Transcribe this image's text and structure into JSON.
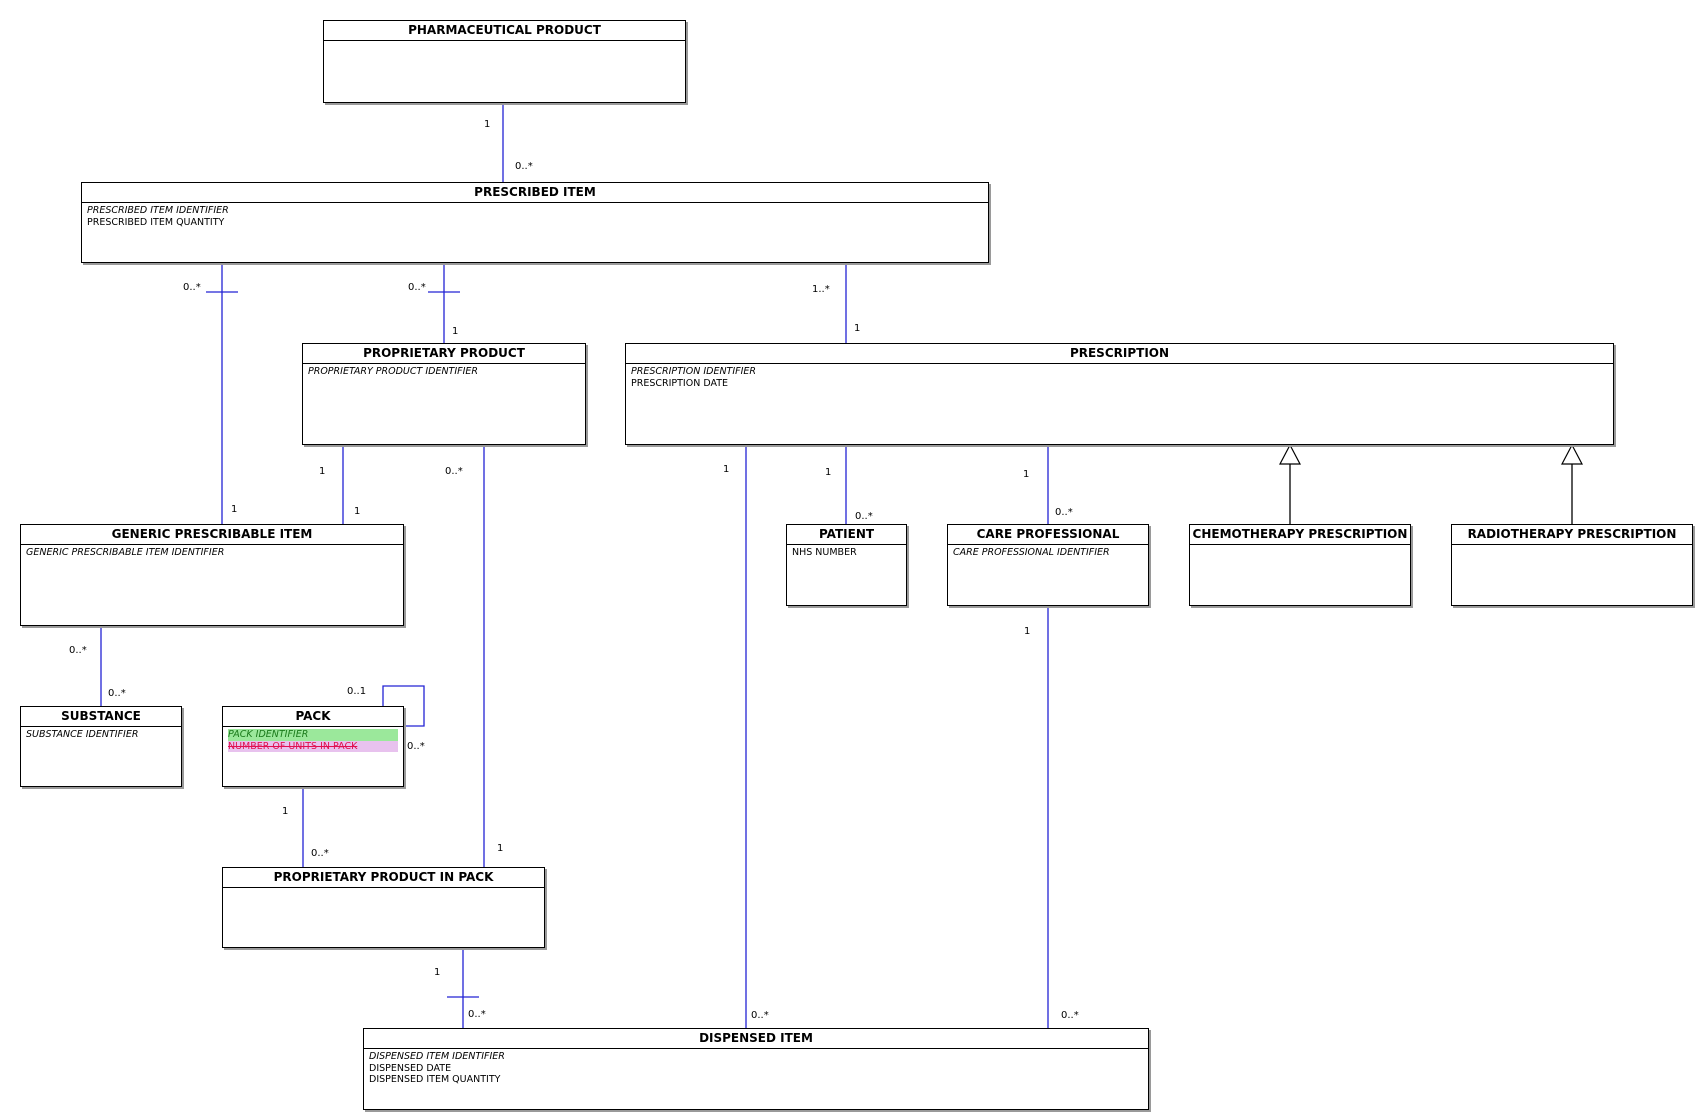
{
  "entities": {
    "pharmaceutical_product": {
      "name": "PHARMACEUTICAL PRODUCT",
      "attributes": []
    },
    "prescribed_item": {
      "name": "PRESCRIBED ITEM",
      "attributes": [
        {
          "text": "PRESCRIBED ITEM IDENTIFIER",
          "style": "key"
        },
        {
          "text": "PRESCRIBED ITEM QUANTITY",
          "style": "normal"
        }
      ]
    },
    "proprietary_product": {
      "name": "PROPRIETARY PRODUCT",
      "attributes": [
        {
          "text": "PROPRIETARY PRODUCT IDENTIFIER",
          "style": "key"
        }
      ]
    },
    "prescription": {
      "name": "PRESCRIPTION",
      "attributes": [
        {
          "text": "PRESCRIPTION IDENTIFIER",
          "style": "key"
        },
        {
          "text": "PRESCRIPTION DATE",
          "style": "normal"
        }
      ]
    },
    "generic_prescribable_item": {
      "name": "GENERIC PRESCRIBABLE ITEM",
      "attributes": [
        {
          "text": "GENERIC PRESCRIBABLE ITEM IDENTIFIER",
          "style": "key"
        }
      ]
    },
    "patient": {
      "name": "PATIENT",
      "attributes": [
        {
          "text": "NHS NUMBER",
          "style": "normal"
        }
      ]
    },
    "care_professional": {
      "name": "CARE PROFESSIONAL",
      "attributes": [
        {
          "text": "CARE PROFESSIONAL IDENTIFIER",
          "style": "key"
        }
      ]
    },
    "chemotherapy_prescription": {
      "name": "CHEMOTHERAPY PRESCRIPTION",
      "attributes": []
    },
    "radiotherapy_prescription": {
      "name": "RADIOTHERAPY PRESCRIPTION",
      "attributes": []
    },
    "substance": {
      "name": "SUBSTANCE",
      "attributes": [
        {
          "text": "SUBSTANCE IDENTIFIER",
          "style": "key"
        }
      ]
    },
    "pack": {
      "name": "PACK",
      "attributes": [
        {
          "text": "PACK IDENTIFIER",
          "style": "added"
        },
        {
          "text": "NUMBER OF UNITS IN PACK",
          "style": "removed"
        }
      ]
    },
    "proprietary_product_in_pack": {
      "name": "PROPRIETARY PRODUCT IN PACK",
      "attributes": []
    },
    "dispensed_item": {
      "name": "DISPENSED ITEM",
      "attributes": [
        {
          "text": "DISPENSED ITEM IDENTIFIER",
          "style": "key"
        },
        {
          "text": "DISPENSED DATE",
          "style": "normal"
        },
        {
          "text": "DISPENSED ITEM QUANTITY",
          "style": "normal"
        }
      ]
    }
  },
  "multiplicities": {
    "pharm_to_prescribed_1": "1",
    "pharm_to_prescribed_many": "0..*",
    "prescribed_generic_many": "0..*",
    "prescribed_generic_1": "1",
    "prescribed_proprietary_many": "0..*",
    "prescribed_proprietary_1": "1",
    "prescribed_prescription_many": "1..*",
    "prescribed_prescription_1": "1",
    "proprietary_generic_1a": "1",
    "proprietary_generic_1b": "1",
    "proprietary_inpack_many": "0..*",
    "proprietary_inpack_1": "1",
    "prescription_dispensed_1": "1",
    "prescription_dispensed_many": "0..*",
    "prescription_patient_1": "1",
    "prescription_patient_many": "0..*",
    "prescription_care_1": "1",
    "prescription_care_many": "0..*",
    "generic_substance_many_a": "0..*",
    "generic_substance_many_b": "0..*",
    "pack_self_01": "0..1",
    "pack_self_many": "0..*",
    "pack_inpack_1": "1",
    "pack_inpack_many": "0..*",
    "inpack_dispensed_1": "1",
    "inpack_dispensed_many": "0..*",
    "care_dispensed_1": "1",
    "care_dispensed_many": "0..*"
  },
  "colors": {
    "association": "#2323d4",
    "added_bg": "#9be89b",
    "removed_bg": "#e8c2ee",
    "removed_text": "#e01050"
  }
}
